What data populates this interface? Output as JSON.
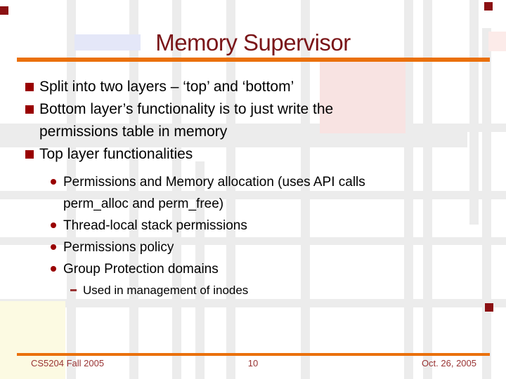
{
  "slide": {
    "title": "Memory Supervisor",
    "bullets": [
      {
        "level": 1,
        "lines": [
          "Split into two layers – ‘top’ and ‘bottom’"
        ]
      },
      {
        "level": 1,
        "lines": [
          "Bottom layer’s functionality is to just write the",
          "permissions table in memory"
        ]
      },
      {
        "level": 1,
        "lines": [
          "Top layer functionalities"
        ]
      },
      {
        "level": 2,
        "lines": [
          "Permissions and Memory allocation (uses API calls",
          "perm_alloc and perm_free)"
        ]
      },
      {
        "level": 2,
        "lines": [
          "Thread-local stack permissions"
        ]
      },
      {
        "level": 2,
        "lines": [
          "Permissions policy"
        ]
      },
      {
        "level": 2,
        "lines": [
          "Group Protection domains"
        ]
      },
      {
        "level": 3,
        "lines": [
          "Used in management of inodes"
        ]
      }
    ],
    "footer": {
      "left": "CS5204 Fall 2005",
      "page": "10",
      "right": "Oct. 26, 2005"
    }
  },
  "colors": {
    "title_maroon": "#7a1518",
    "accent_orange": "#ea700a",
    "bullet_red": "#990000",
    "footer_text": "#993333",
    "grid_gray": "#ececec",
    "lavender_rect": "#e4e7f8",
    "pink_rect": "#f8e3e2",
    "cream_rect": "#fcfae2",
    "accent_square_red": "#8b1113"
  }
}
